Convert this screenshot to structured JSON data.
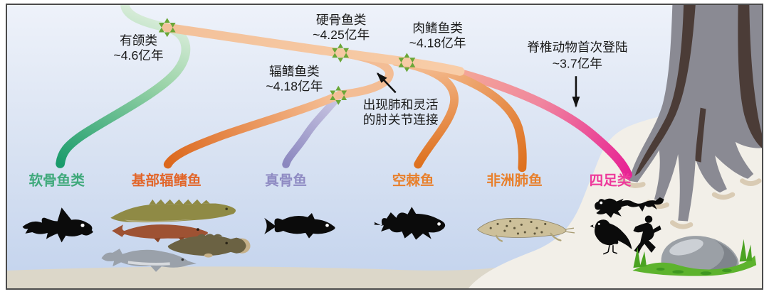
{
  "figure": {
    "type": "phylogenetic-timeline-diagram",
    "events": [
      {
        "name": "有颌类",
        "time": "~4.6亿年"
      },
      {
        "name": "硬骨鱼类",
        "time": "~4.25亿年"
      },
      {
        "name": "辐鳍鱼类",
        "time": "~4.18亿年"
      },
      {
        "name": "肉鳍鱼类",
        "time": "~4.18亿年"
      },
      {
        "name": "脊椎动物首次登陆",
        "time": "~3.7亿年"
      }
    ],
    "annotation": {
      "line1": "出现肺和灵活",
      "line2": "的肘关节连接"
    },
    "taxa": [
      {
        "name": "软骨鱼类",
        "color": "#3fa97b"
      },
      {
        "name": "基部辐鳍鱼",
        "color": "#e2662a"
      },
      {
        "name": "真骨鱼",
        "color": "#8f8bc3"
      },
      {
        "name": "空棘鱼",
        "color": "#e8802c"
      },
      {
        "name": "非洲肺鱼",
        "color": "#e8802c"
      },
      {
        "name": "四足类",
        "color": "#ee3a9c"
      }
    ],
    "colors": {
      "branch_green": "#1f9e6e",
      "branch_orange_light": "#f6c79f",
      "branch_orange_deep": "#df6c1e",
      "branch_purple": "#8d89c0",
      "branch_pink": "#e82694",
      "node_star": "#6aa737",
      "water_top": "#eef2fa",
      "water_bottom": "#c3d3ed",
      "land": "#f2efe8",
      "sand": "#dcd7c9",
      "tree_gray": "#8a8a93",
      "tree_bark_dark": "#4b3c37"
    }
  }
}
